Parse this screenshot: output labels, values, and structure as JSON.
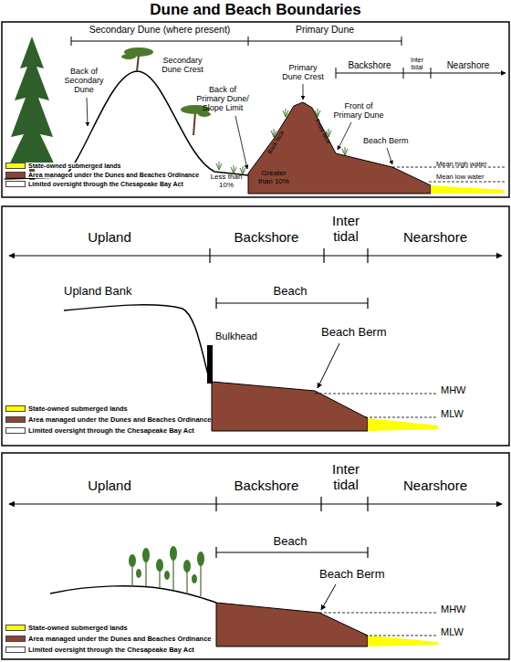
{
  "diagram": {
    "title": "Dune and Beach Boundaries",
    "labels": [
      "Secondary Dune (where present)",
      "Primary Dune",
      "Backshore",
      "Inter tidal",
      "Nearshore",
      "Back of Secondary Dune",
      "Secondary Dune Crest",
      "Back of Primary Dune/ Slope Limit",
      "Primary Dune Crest",
      "Front of Primary Dune",
      "Beach Berm",
      "Back face",
      "Front face",
      "Less than 10%",
      "Greater than 10%",
      "Mean high water",
      "Mean low water",
      "Upland",
      "Backshore",
      "Inter tidal",
      "Nearshore",
      "Upland Bank",
      "Beach",
      "Bulkhead",
      "Beach Berm",
      "MHW",
      "MLW",
      "Upland",
      "Backshore",
      "Inter tidal",
      "Nearshore",
      "Beach",
      "Beach Berm",
      "MHW",
      "MLW"
    ],
    "legend": [
      {
        "text": "State-owned submerged lands",
        "color": "#ffff00"
      },
      {
        "text": "Area managed under the Dunes and Beaches Ordinance",
        "color": "#8b4535"
      },
      {
        "text": "Limited oversight through the Chesapeake Bay Act",
        "color": "#ffffff"
      },
      {
        "text": "State-owned submerged lands",
        "color": "#ffff00"
      },
      {
        "text": "Area managed under the Dunes and Beaches Ordinance",
        "color": "#8b4535"
      },
      {
        "text": "Limited oversight through the Chesapeake Bay Act",
        "color": "#ffffff"
      },
      {
        "text": "State-owned submerged lands",
        "color": "#ffff00"
      },
      {
        "text": "Area managed under the Dunes and Beaches Ordinance",
        "color": "#8b4535"
      },
      {
        "text": "Limited oversight through the Chesapeake Bay Act",
        "color": "#ffffff"
      }
    ]
  }
}
